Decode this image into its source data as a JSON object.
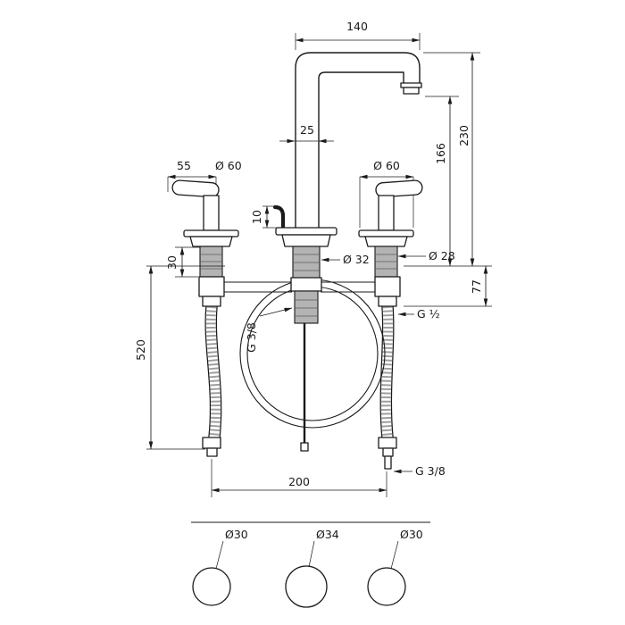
{
  "drawing": {
    "labels": {
      "spout_reach": "140",
      "spout_pipe": "25",
      "total_height": "230",
      "outlet_height": "166",
      "handle_length": "55",
      "left_escutcheon_dia": "Ø 60",
      "right_escutcheon_dia": "Ø 60",
      "popup_lever": "10",
      "center_shank_dia": "Ø 32",
      "valve_shank_dia": "Ø 28",
      "below_deck": "77",
      "escutcheon_height": "30",
      "hose_length": "520",
      "center_thread": "G 3/8",
      "valve_thread": "G ½",
      "hose_thread": "G 3/8",
      "hole_spacing": "200",
      "hole_left_dia": "Ø30",
      "hole_center_dia": "Ø34",
      "hole_right_dia": "Ø30"
    }
  }
}
